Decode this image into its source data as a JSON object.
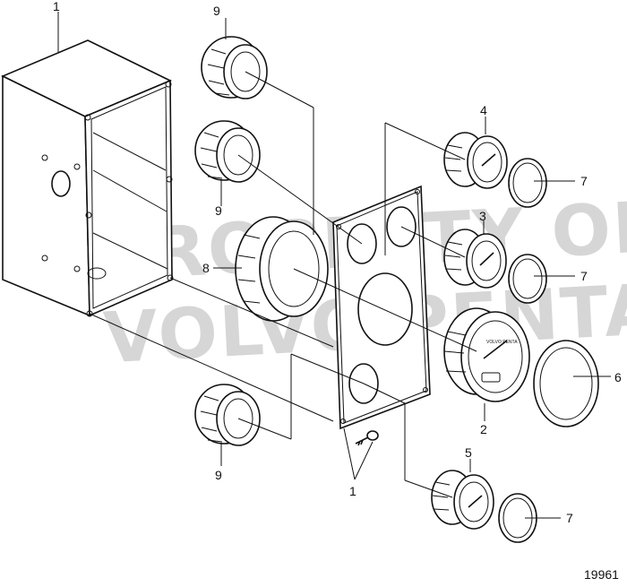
{
  "figure_number": "19961",
  "watermark": {
    "line1": "PROPERTY OF",
    "line2": "VOLVO PENTA"
  },
  "callouts": [
    {
      "id": "c1-box",
      "text": "1"
    },
    {
      "id": "c9-top",
      "text": "9"
    },
    {
      "id": "c9-mid",
      "text": "9"
    },
    {
      "id": "c8",
      "text": "8"
    },
    {
      "id": "c9-bot",
      "text": "9"
    },
    {
      "id": "c4",
      "text": "4"
    },
    {
      "id": "c7-a",
      "text": "7"
    },
    {
      "id": "c3",
      "text": "3"
    },
    {
      "id": "c7-b",
      "text": "7"
    },
    {
      "id": "c6",
      "text": "6"
    },
    {
      "id": "c2",
      "text": "2"
    },
    {
      "id": "c5",
      "text": "5"
    },
    {
      "id": "c7-c",
      "text": "7"
    },
    {
      "id": "c1-screws",
      "text": "1"
    }
  ],
  "gauge_brand": "VOLVO PENTA"
}
